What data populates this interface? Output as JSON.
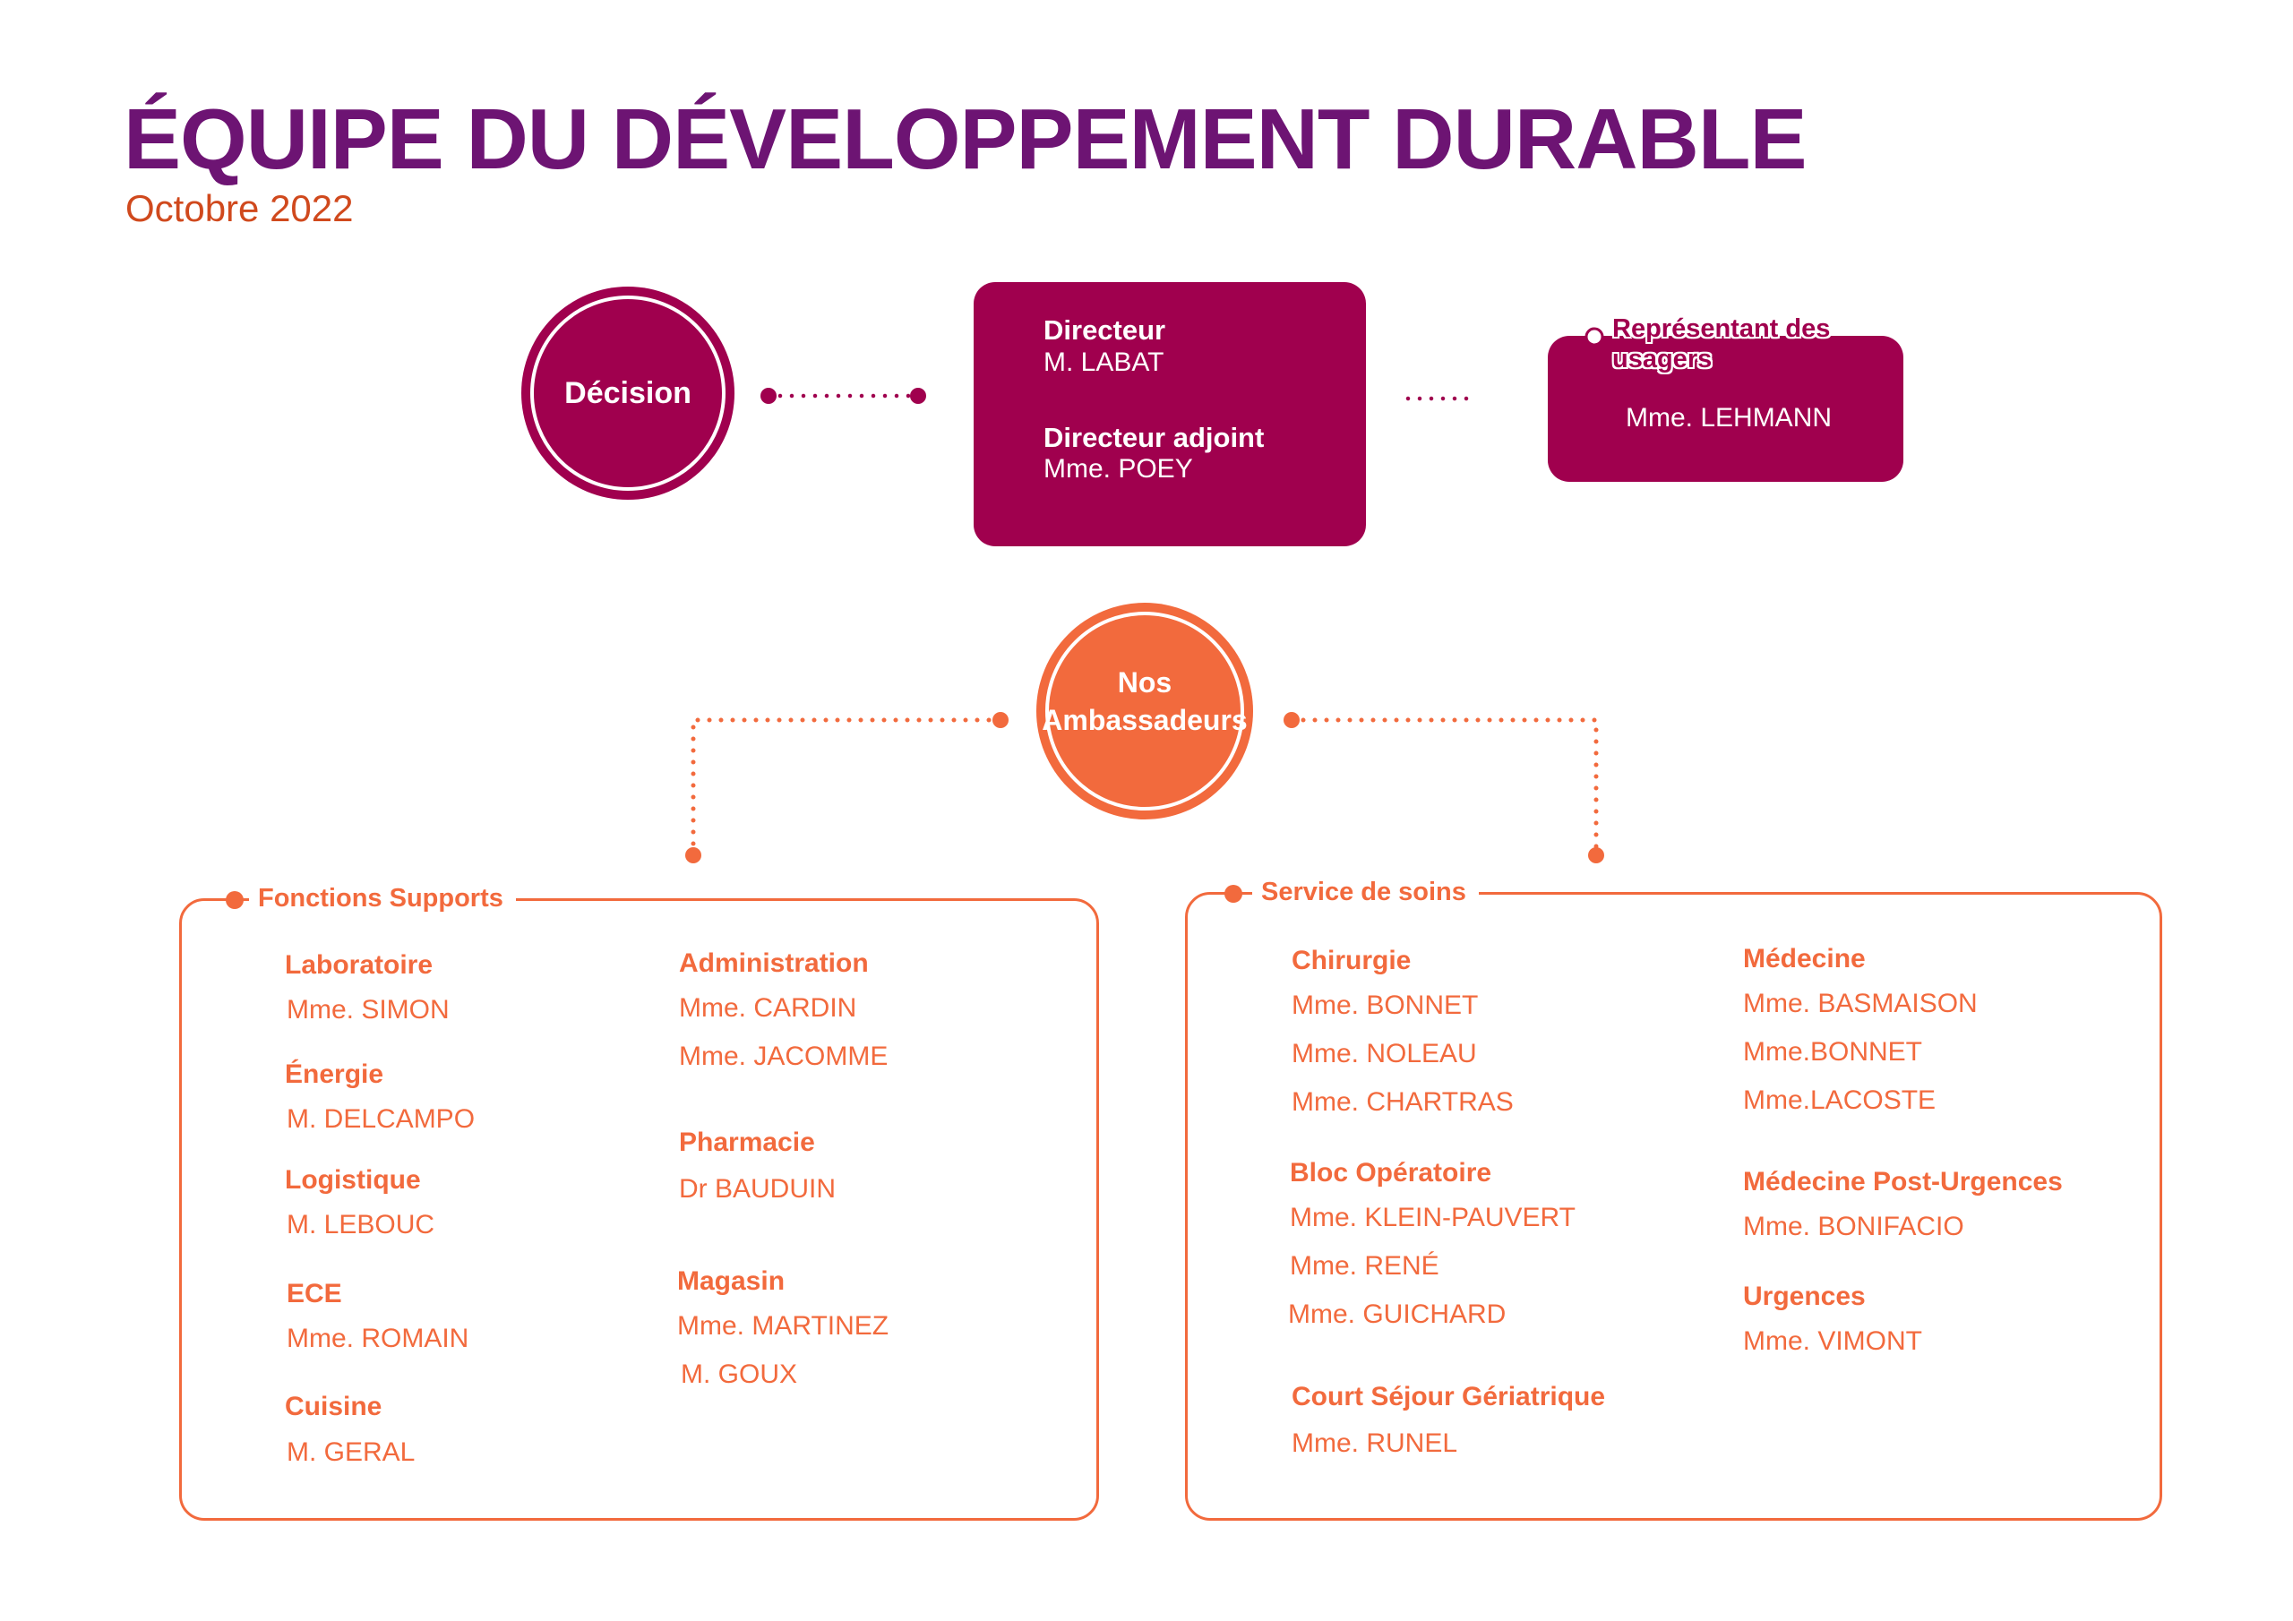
{
  "header": {
    "title": "ÉQUIPE DU DÉVELOPPEMENT DURABLE",
    "subtitle": "Octobre 2022"
  },
  "colors": {
    "title": "#6d1473",
    "subtitle": "#d0491d",
    "magenta": "#a0004e",
    "orange": "#f26a3d"
  },
  "decision": {
    "label": "Décision"
  },
  "direction": {
    "roles": [
      {
        "title": "Directeur",
        "name": "M. LABAT"
      },
      {
        "title": "Directeur adjoint",
        "name": "Mme. POEY"
      }
    ]
  },
  "representative": {
    "title": "Représentant des usagers",
    "name": "Mme. LEHMANN"
  },
  "ambassadors": {
    "line1": "Nos",
    "line2": "Ambassadeurs"
  },
  "support_functions": {
    "title": "Fonctions Supports",
    "departments": [
      {
        "name": "Laboratoire",
        "people": [
          "Mme. SIMON"
        ]
      },
      {
        "name": "Énergie",
        "people": [
          "M. DELCAMPO"
        ]
      },
      {
        "name": "Logistique",
        "people": [
          "M. LEBOUC"
        ]
      },
      {
        "name": "ECE",
        "people": [
          "Mme. ROMAIN"
        ]
      },
      {
        "name": "Cuisine",
        "people": [
          "M. GERAL"
        ]
      },
      {
        "name": "Administration",
        "people": [
          "Mme. CARDIN",
          "Mme. JACOMME"
        ]
      },
      {
        "name": "Pharmacie",
        "people": [
          "Dr BAUDUIN"
        ]
      },
      {
        "name": "Magasin",
        "people": [
          "Mme. MARTINEZ",
          "M. GOUX"
        ]
      }
    ]
  },
  "care_services": {
    "title": "Service  de soins",
    "departments": [
      {
        "name": "Chirurgie",
        "people": [
          "Mme. BONNET",
          "Mme. NOLEAU",
          "Mme. CHARTRAS"
        ]
      },
      {
        "name": "Bloc Opératoire",
        "people": [
          "Mme. KLEIN-PAUVERT",
          "Mme. RENÉ",
          "Mme. GUICHARD"
        ]
      },
      {
        "name": "Court Séjour Gériatrique",
        "people": [
          "Mme. RUNEL"
        ]
      },
      {
        "name": "Médecine",
        "people": [
          "Mme. BASMAISON",
          "Mme.BONNET",
          "Mme.LACOSTE"
        ]
      },
      {
        "name": "Médecine Post-Urgences",
        "people": [
          "Mme. BONIFACIO"
        ]
      },
      {
        "name": "Urgences",
        "people": [
          "Mme. VIMONT"
        ]
      }
    ]
  }
}
